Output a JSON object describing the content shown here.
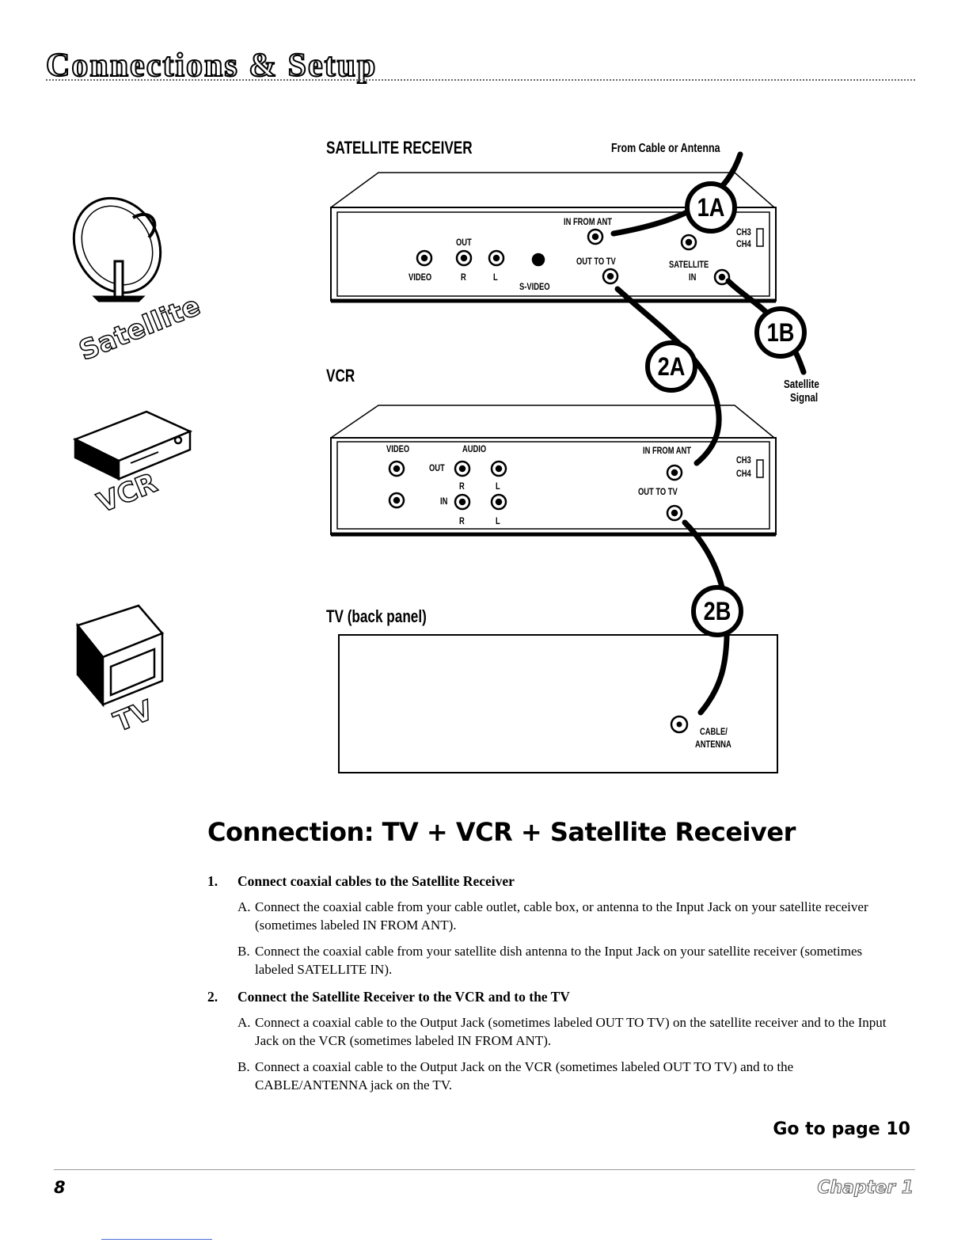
{
  "header": {
    "title": "Connections & Setup"
  },
  "sidebar": {
    "satellite": "Satellite",
    "vcr": "VCR",
    "tv": "TV"
  },
  "diagram": {
    "satellite_receiver_label": "SATELLITE RECEIVER",
    "from_cable_label": "From Cable or Antenna",
    "vcr_label": "VCR",
    "tv_label": "TV (back panel)",
    "satellite_signal_line1": "Satellite",
    "satellite_signal_line2": "Signal",
    "badges": [
      "1A",
      "1B",
      "2A",
      "2B"
    ],
    "receiver_jacks": {
      "out": "OUT",
      "video": "VIDEO",
      "r": "R",
      "l": "L",
      "svideo": "S-VIDEO",
      "in_from_ant": "IN FROM ANT",
      "out_to_tv": "OUT TO TV",
      "satellite": "SATELLITE",
      "in": "IN",
      "ch3": "CH3",
      "ch4": "CH4"
    },
    "vcr_jacks": {
      "video": "VIDEO",
      "audio": "AUDIO",
      "out": "OUT",
      "in": "IN",
      "r": "R",
      "l": "L",
      "in_from_ant": "IN FROM ANT",
      "out_to_tv": "OUT TO TV",
      "ch3": "CH3",
      "ch4": "CH4"
    },
    "tv_jack": {
      "line1": "CABLE/",
      "line2": "ANTENNA"
    }
  },
  "section": {
    "title": "Connection: TV + VCR + Satellite Receiver"
  },
  "steps": [
    {
      "num": "1.",
      "title": "Connect coaxial cables to the Satellite Receiver",
      "items": [
        {
          "letter": "A.",
          "text": "Connect the coaxial cable from your cable outlet, cable box, or antenna to the Input Jack on your satellite receiver (sometimes labeled IN FROM ANT)."
        },
        {
          "letter": "B.",
          "text": "Connect the coaxial cable from your satellite dish antenna to the Input Jack on your satellite receiver (sometimes labeled SATELLITE IN)."
        }
      ]
    },
    {
      "num": "2.",
      "title": "Connect the Satellite Receiver to the VCR and to the TV",
      "items": [
        {
          "letter": "A.",
          "text": "Connect a coaxial cable to the Output Jack (sometimes labeled OUT TO TV) on the satellite receiver and to the Input Jack on the VCR (sometimes labeled IN FROM ANT)."
        },
        {
          "letter": "B.",
          "text": "Connect a coaxial cable to the Output Jack on the VCR (sometimes labeled OUT TO TV) and to the CABLE/ANTENNA jack on the TV."
        }
      ]
    }
  ],
  "goto": "Go to page 10",
  "footer": {
    "page_number": "8",
    "chapter": "Chapter 1"
  }
}
